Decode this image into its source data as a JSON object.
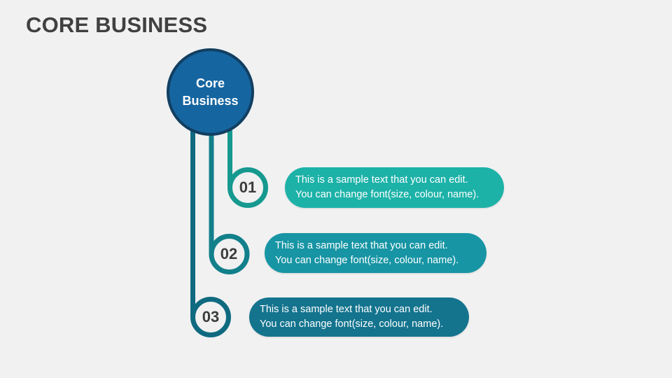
{
  "slide": {
    "title": "CORE BUSINESS",
    "background_color": "#f1f1f2",
    "title_color": "#404040"
  },
  "diagram": {
    "center_node": {
      "label_line1": "Core",
      "label_line2": "Business",
      "fill_color": "#1565a0",
      "border_color": "#123f61",
      "text_color": "#ffffff"
    },
    "items": [
      {
        "number": "01",
        "text_line1": "This is a sample text that you can edit.",
        "text_line2": "You can change font(size, colour, name).",
        "accent_color": "#16998f",
        "bubble_color": "#1db2a8",
        "number_color": "#3c3c3c",
        "text_color": "#ffffff"
      },
      {
        "number": "02",
        "text_line1": "This is a sample text that you can edit.",
        "text_line2": "You can change font(size, colour, name).",
        "accent_color": "#12808b",
        "bubble_color": "#1795a4",
        "number_color": "#3c3c3c",
        "text_color": "#ffffff"
      },
      {
        "number": "03",
        "text_line1": "This is a sample text that you can edit.",
        "text_line2": "You can change font(size, colour, name).",
        "accent_color": "#0f6a80",
        "bubble_color": "#14748e",
        "number_color": "#3c3c3c",
        "text_color": "#ffffff"
      }
    ]
  }
}
